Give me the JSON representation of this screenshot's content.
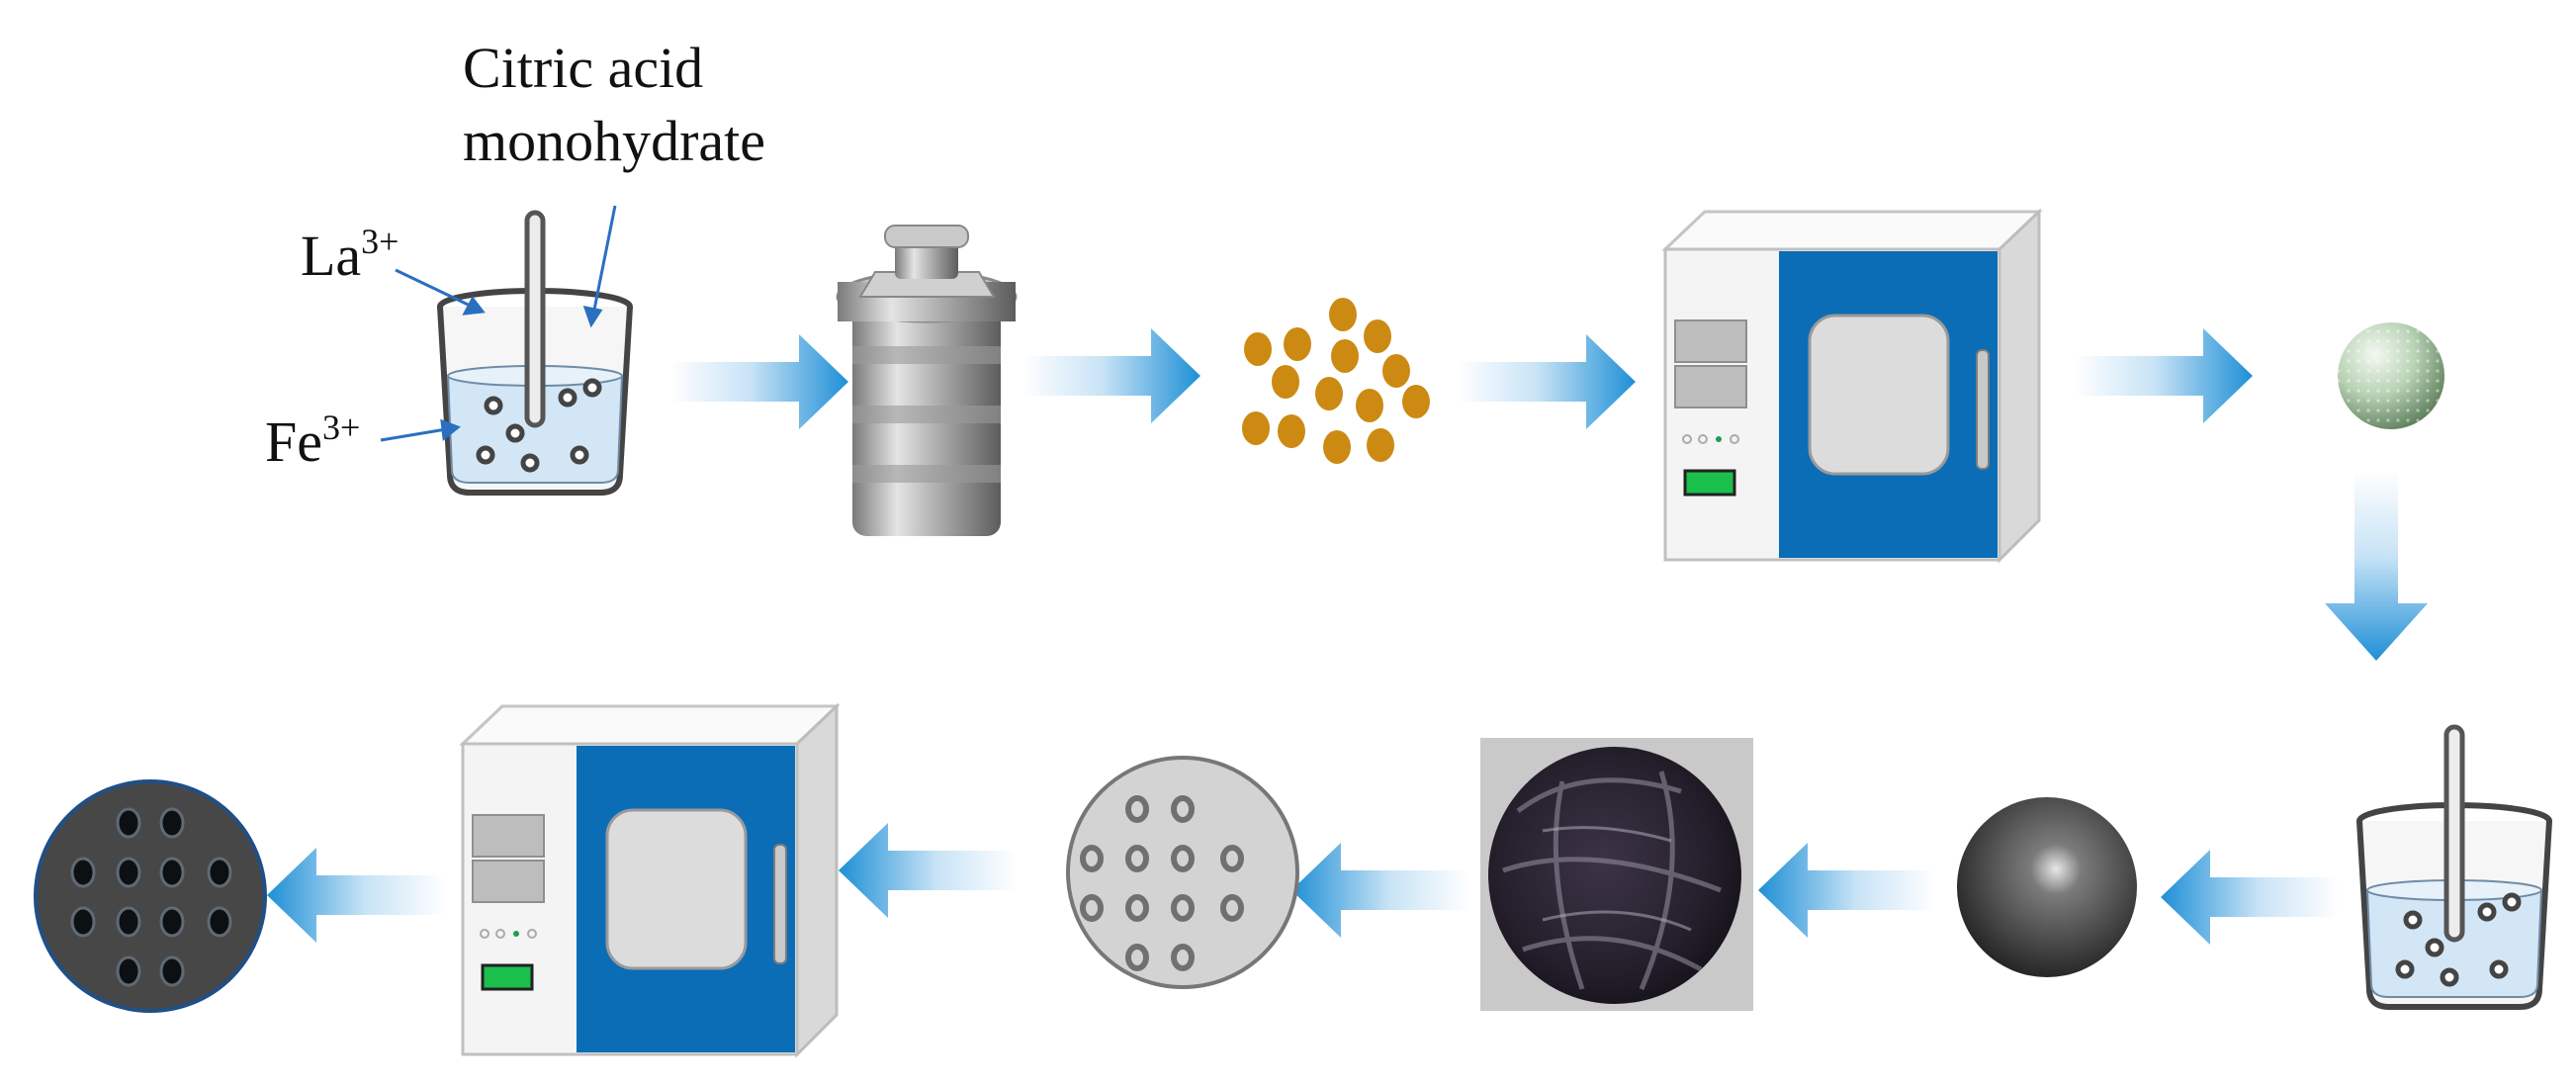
{
  "labels": {
    "citric_line1": "Citric acid",
    "citric_line2": "monohydrate",
    "la_base": "La",
    "la_charge": "3+",
    "fe_base": "Fe",
    "fe_charge": "3+"
  },
  "colors": {
    "arrow_blue": "#1e8fd6",
    "oven_blue": "#0b6db5",
    "bead_gold": "#cc8a13",
    "solution": "#d3e6f6",
    "label_arrow": "#2a6fc0",
    "sphere_dark": "#3a3a3a",
    "sphere_light": "#c7d9c4",
    "disc_grey": "#d3d3d3",
    "disc_dark": "#474747",
    "pore_dark": "#0d1012"
  },
  "icons": [
    "beaker-icon",
    "autoclave-icon",
    "gel-beads-icon",
    "drying-oven-icon",
    "green-sphere-icon",
    "beaker-icon",
    "dark-sphere-icon",
    "wrapped-sample-photo",
    "porous-disc-icon",
    "drying-oven-icon",
    "porous-dark-disc-icon"
  ]
}
